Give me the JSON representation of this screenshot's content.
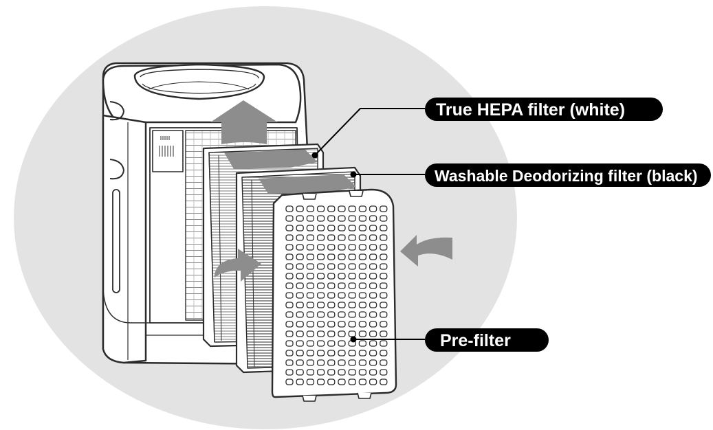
{
  "labels": {
    "hepa": "True HEPA filter (white)",
    "deodorizing": "Washable Deodorizing filter (black)",
    "prefilter": "Pre-filter"
  },
  "colors": {
    "background_circle": "#e3e3e3",
    "label_fill": "#000000",
    "label_text": "#ffffff",
    "arrow": "#8d8d8d",
    "outline": "#2b2b2b",
    "unit_body": "#ffffff"
  }
}
